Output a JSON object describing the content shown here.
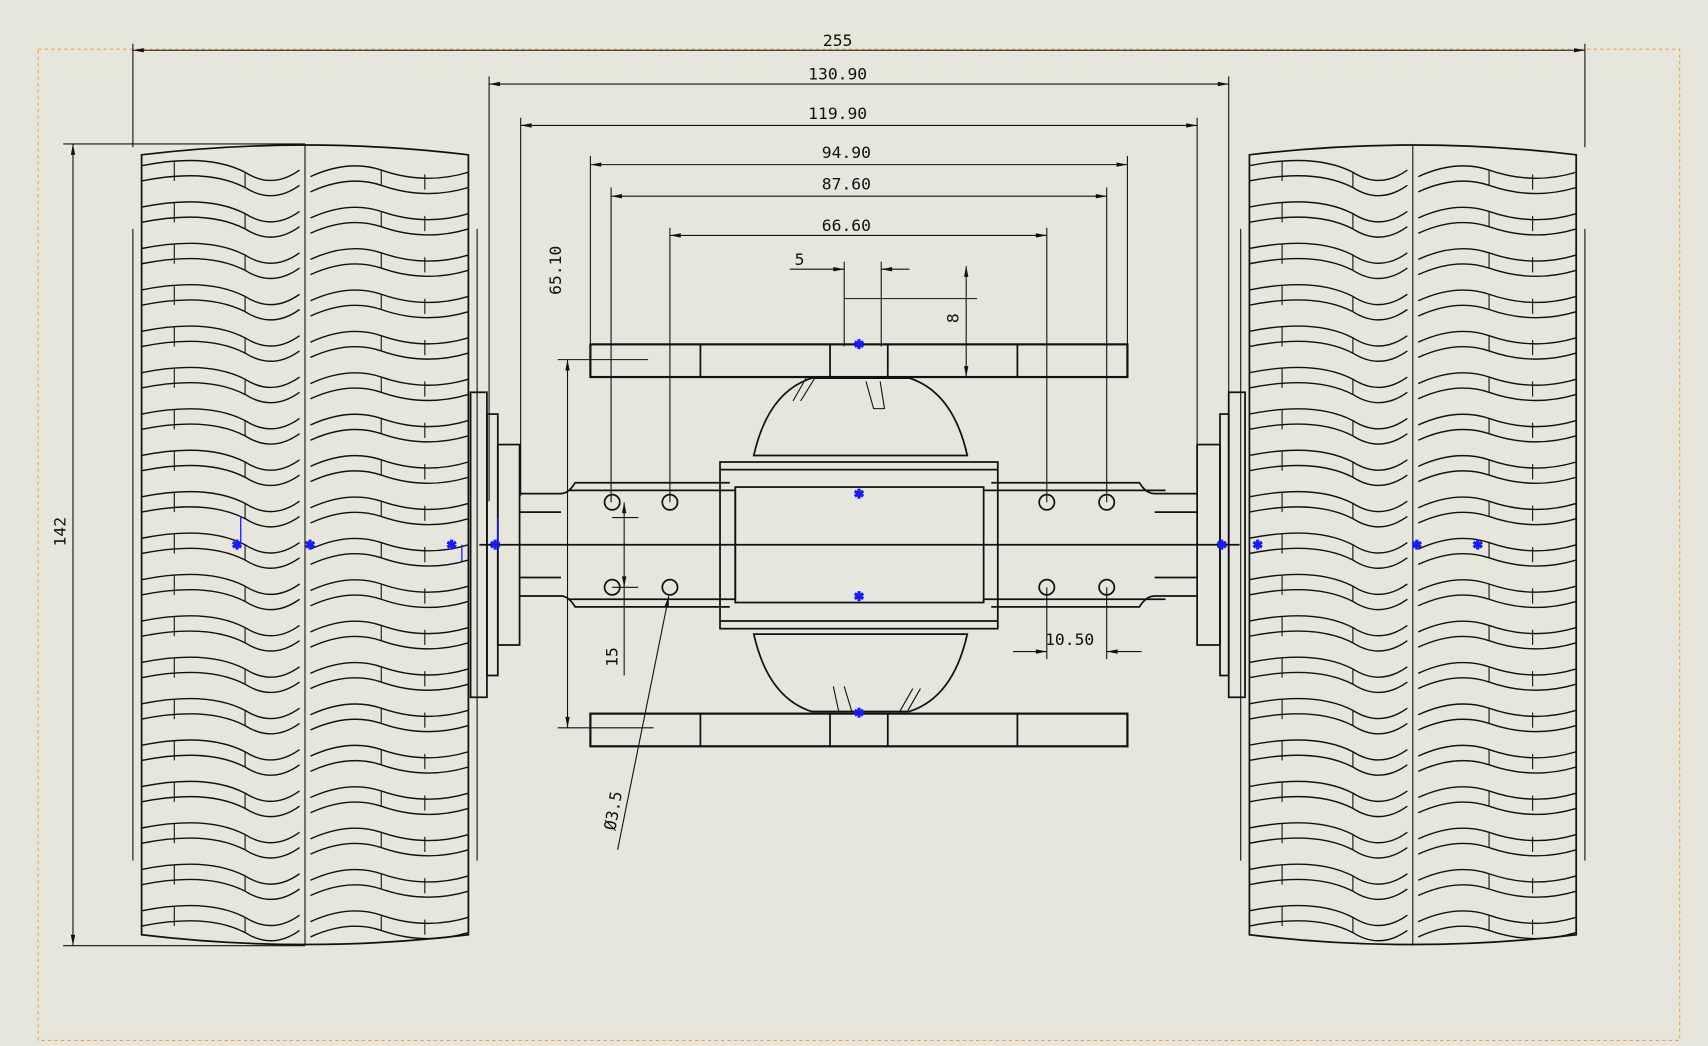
{
  "drawing": {
    "title": "Axle assembly top view with wheels",
    "dimensions": {
      "overall_width": "255",
      "hub_to_hub": "130.90",
      "axle_tube": "119.90",
      "plate_length": "94.90",
      "outer_holes": "87.60",
      "inner_holes": "66.60",
      "slot_width": "5",
      "slot_depth": "8",
      "plate_spacing": "65.10",
      "tire_diameter": "142",
      "hole_spacing_vertical": "15",
      "hole_spacing_horizontal": "10.50",
      "hole_diameter": "Ø3.5"
    },
    "colors": {
      "background": "#e7e6dc",
      "line": "#111111",
      "sketch_marker": "#1a1aff",
      "border": "#f0a040"
    }
  }
}
